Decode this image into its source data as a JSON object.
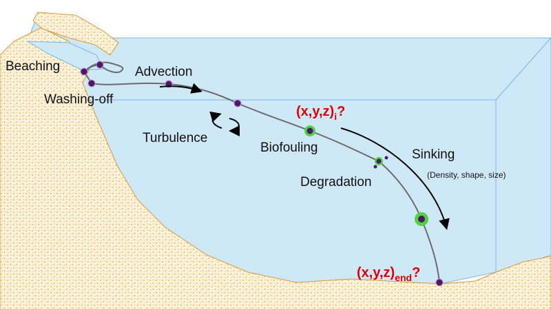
{
  "labels": {
    "beaching": "Beaching",
    "advection": "Advection",
    "washing_off": "Washing-off",
    "turbulence": "Turbulence",
    "biofouling": "Biofouling",
    "sinking": "Sinking",
    "sinking_note": "(Density, shape, size)",
    "degradation": "Degradation",
    "position_i_base": "(x,y,z)",
    "position_i_sub": "i",
    "position_i_q": "?",
    "position_end_base": "(x,y,z)",
    "position_end_sub": "end",
    "position_end_q": "?"
  },
  "colors": {
    "water": "#cfe8f7",
    "water_edge": "#7ab8e0",
    "sand": "#fbf2dc",
    "sand_dots": "#e8a33c",
    "sand_edge": "#d79a3a",
    "particle": "#4a1a66",
    "biofilm": "#4fd43c",
    "path": "#6b6b6b",
    "highlight_text": "#e00000"
  },
  "icons": [
    "curved-arrow-icon",
    "swirl-arrows-icon",
    "sinking-arrow-icon"
  ]
}
